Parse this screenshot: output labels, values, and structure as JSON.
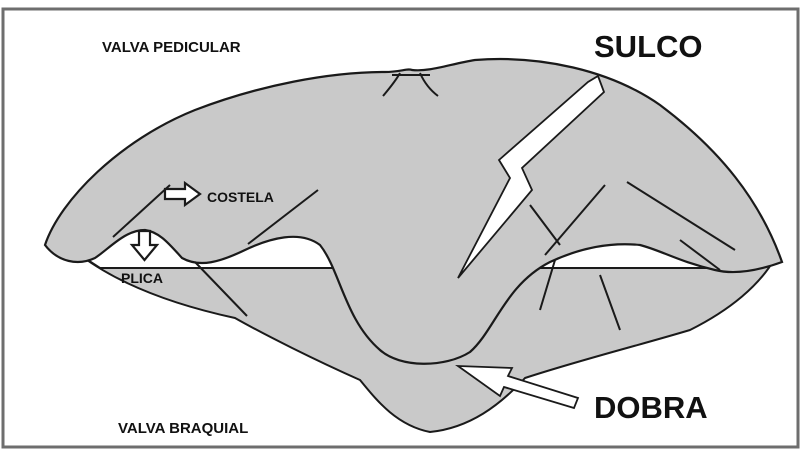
{
  "labels": {
    "top_left": "VALVA PEDICULAR",
    "bottom_left": "VALVA BRAQUIAL",
    "sulco": "SULCO",
    "dobra": "DOBRA",
    "costela": "COSTELA",
    "plica": "PLICA"
  },
  "colors": {
    "shell_fill": "#c9c9c9",
    "outline": "#1a1a1a",
    "frame": "#6e6e6e",
    "arrow_fill": "#ffffff"
  },
  "icons": {
    "costela_arrow": "right-outline-arrow",
    "plica_arrow": "down-outline-arrow",
    "sulco_arrow": "white-zigzag-arrow",
    "dobra_arrow": "white-pointer-arrow"
  }
}
